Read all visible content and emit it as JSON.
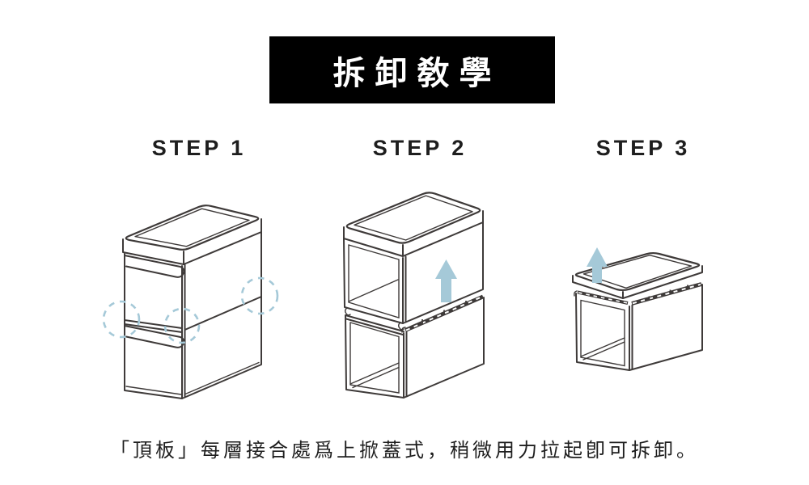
{
  "banner": {
    "title": "拆卸敎學",
    "bg_color": "#000000",
    "text_color": "#ffffff"
  },
  "steps": [
    {
      "label": "STEP 1",
      "illustration": "two-tier-stacked-unit-closed-with-joint-highlight-circles"
    },
    {
      "label": "STEP 2",
      "illustration": "upper-box-lifted-off-lower-box-with-up-arrow-and-joint-rail"
    },
    {
      "label": "STEP 3",
      "illustration": "top-panel-lifted-off-box-with-up-arrow"
    }
  ],
  "caption": "「頂板」每層接合處爲上掀蓋式，稍微用力拉起卽可拆卸。",
  "colors": {
    "background": "#ffffff",
    "line_art": "#3e3a39",
    "accent_blue": "#a5c9d8",
    "body_text": "#1e1e1e"
  },
  "icons": {
    "up_arrow": "lift-upward-arrow",
    "joint_highlight": "dashed-circle",
    "joint_rail": "hatched-hinge-rail"
  }
}
